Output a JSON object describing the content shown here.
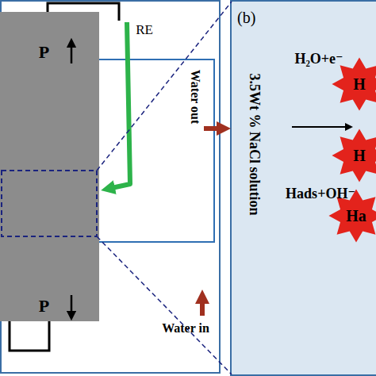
{
  "diagram": {
    "nodes": [
      {
        "text": [
          "P",
          "P"
        ]
      },
      {
        "text": [
          "(b)"
        ]
      },
      {
        "text": [
          "H"
        ],
        "in": 1
      },
      {
        "text": [
          "H"
        ],
        "in": 1
      },
      {
        "text": [
          "Ha"
        ],
        "in": 1
      }
    ],
    "labels": [
      "RE",
      "Water out",
      "Water in",
      "H₂O+e⁻",
      "Hads+OH⁻",
      "3.5Wt % NaCl solution"
    ]
  }
}
